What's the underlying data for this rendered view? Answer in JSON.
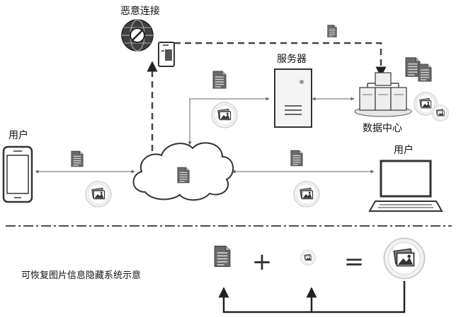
{
  "labels": {
    "malicious_link": "恶意连接",
    "server": "服务器",
    "data_center": "数据中心",
    "user_left": "用户",
    "user_right": "用户",
    "caption": "可恢复图片信息隐藏系统示意"
  },
  "symbols": {
    "plus": "+",
    "equals": "="
  },
  "icons": [
    "phone-icon",
    "cloud-icon",
    "laptop-icon",
    "server-icon",
    "data-center-icon",
    "globe-block-icon",
    "trap-icon",
    "document-icon",
    "image-icon"
  ],
  "colors": {
    "line": "#555555",
    "icon_dark": "#3a3a3a",
    "icon_mid": "#7a7a7a",
    "icon_light": "#cfcfcf"
  }
}
